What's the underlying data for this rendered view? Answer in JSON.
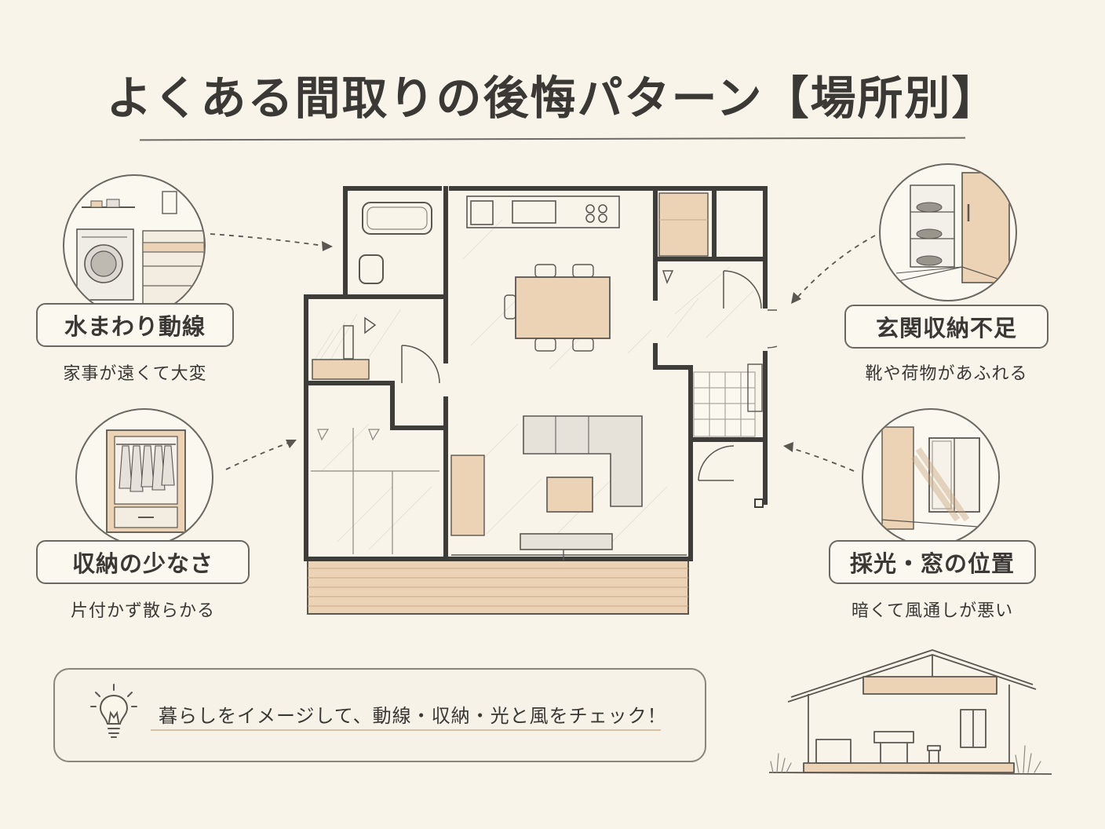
{
  "title": "よくある間取りの後悔パターン【場所別】",
  "callouts": {
    "water": {
      "label": "水まわり動線",
      "caption": "家事が遠くて大変"
    },
    "storage": {
      "label": "収納の少なさ",
      "caption": "片付かず散らかる"
    },
    "entrance": {
      "label": "玄関収納不足",
      "caption": "靴や荷物があふれる"
    },
    "light": {
      "label": "採光・窓の位置",
      "caption": "暗くて風通しが悪い"
    }
  },
  "tip": {
    "text": "暮らしをイメージして、動線・収納・光と風をチェック！",
    "icon": "lightbulb-icon"
  },
  "colors": {
    "background": "#f8f4ea",
    "wall": "#3f3d3a",
    "wood": "#ecd3b6",
    "line": "#6b6761"
  }
}
